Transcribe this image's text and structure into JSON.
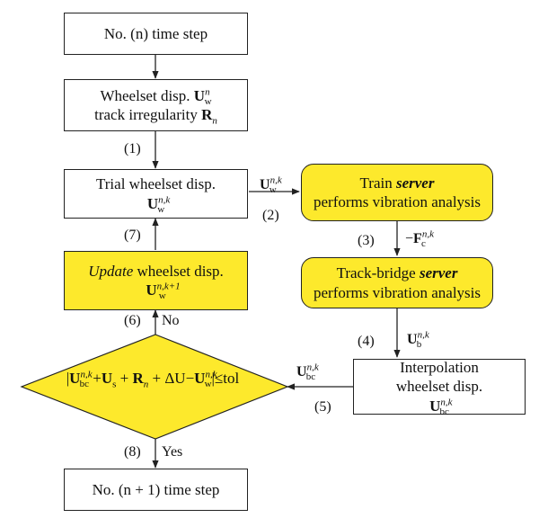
{
  "nodes": {
    "step_n": {
      "text": "No. (n) time step"
    },
    "wheelset_init": {
      "line1_prefix": "Wheelset disp. ",
      "line1_sym": "U",
      "line1_sub": "w",
      "line1_sup": "n",
      "line2_prefix": "track irregularity ",
      "line2_sym": "R",
      "line2_sub": "n"
    },
    "trial": {
      "line1": "Trial wheelset disp.",
      "sym": "U",
      "sub": "w",
      "sup": "n,k"
    },
    "train_server": {
      "line1_prefix": "Train ",
      "line1_emph": "server",
      "line2": "performs vibration analysis"
    },
    "track_server": {
      "line1_prefix": "Track-bridge ",
      "line1_emph": "server",
      "line2": "performs vibration analysis"
    },
    "update": {
      "line1_emph": "Update",
      "line1_rest": " wheelset disp.",
      "sym": "U",
      "sub": "w",
      "sup": "n,k+1"
    },
    "interpolation": {
      "line1": "Interpolation",
      "line2_prefix": "wheelset disp. ",
      "sym": "U",
      "sub": "bc",
      "sup": "n,k"
    },
    "condition": {
      "bar": "|",
      "t1_sym": "U",
      "t1_sub": "bc",
      "t1_sup": "n,k",
      "plus1": " +",
      "t2_sym": "U",
      "t2_sub": "s",
      "plus2": " + ",
      "t3_sym": "R",
      "t3_sub": "n",
      "plus3": " + ",
      "delta": "ΔU",
      "minus": "−",
      "t4_sym": "U",
      "t4_sub": "w",
      "t4_sup": "n,k",
      "tail": "|≤tol"
    },
    "step_n1": {
      "text": "No. (n + 1) time step"
    }
  },
  "edge_labels": {
    "e1": "(1)",
    "e2": "(2)",
    "e3": "(3)",
    "e4": "(4)",
    "e5": "(5)",
    "e6": "(6)",
    "e7": "(7)",
    "e8": "(8)",
    "no": "No",
    "yes": "Yes",
    "trial_out": {
      "sym": "U",
      "sub": "w",
      "sup": "n,k"
    },
    "force": {
      "prefix": "−",
      "sym": "F",
      "sub": "c",
      "sup": "n,k"
    },
    "bridge_out": {
      "sym": "U",
      "sub": "b",
      "sup": "n,k"
    },
    "interp_out": {
      "sym": "U",
      "sub": "bc",
      "sup": "n,k"
    }
  },
  "colors": {
    "highlight": "#fde92c",
    "line": "#222222"
  }
}
